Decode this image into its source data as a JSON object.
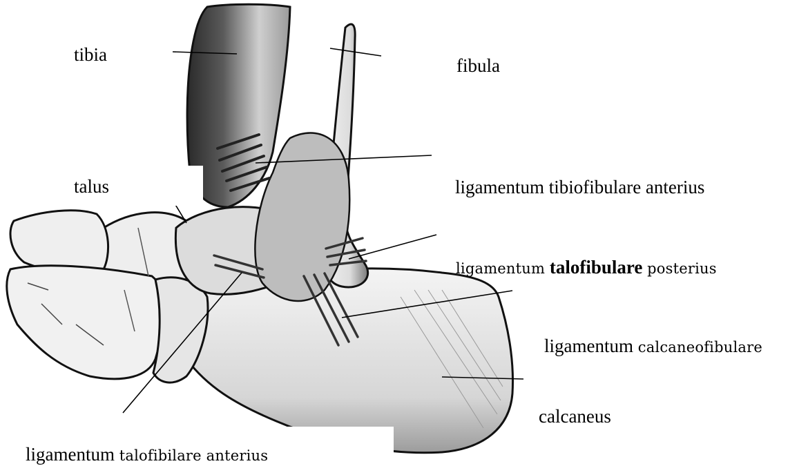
{
  "labels": {
    "tibia": "tibia",
    "fibula": "fibula",
    "talus": "talus",
    "tibiofibulare_anterius": "ligamentum tibiofibulare anterius",
    "talofibulare_posterius": {
      "part1": "ligamentum",
      "part2": "talofibulare",
      "part3": "posterius"
    },
    "calcaneofibulare": {
      "part1": "ligamentum",
      "part2": "calcaneofibulare"
    },
    "calcaneus": "calcaneus",
    "talofibilare_anterius": {
      "part1": "ligamentum",
      "part2": "talofibilare anterius"
    }
  },
  "colors": {
    "background": "#ffffff",
    "bone_fill": "#ececec",
    "bone_shadow": "#8a8a8a",
    "outline": "#111111",
    "leader_line": "#000000"
  }
}
